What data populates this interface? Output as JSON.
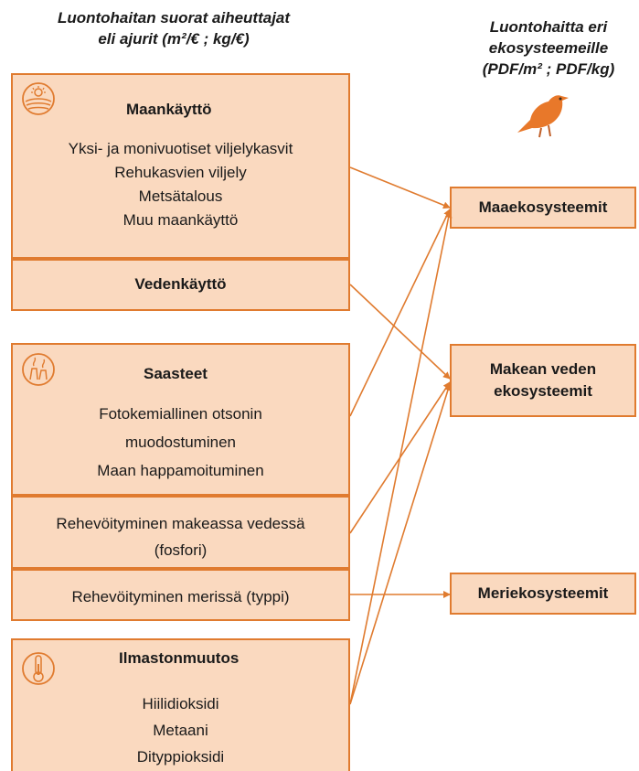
{
  "headers": {
    "left_line1": "Luontohaitan suorat aiheuttajat",
    "left_line2": "eli ajurit (m²/€ ; kg/€)",
    "right_line1": "Luontohaitta eri",
    "right_line2": "ekosysteemeille",
    "right_line3": "(PDF/m² ; PDF/kg)"
  },
  "drivers": {
    "land_use": {
      "title": "Maankäyttö",
      "items": [
        "Yksi- ja monivuotiset viljelykasvit",
        "Rehukasvien viljely",
        "Metsätalous",
        "Muu maankäyttö"
      ]
    },
    "water_use": {
      "title": "Vedenkäyttö"
    },
    "pollution": {
      "title": "Saasteet",
      "items": [
        "Fotokemiallinen otsonin",
        "muodostuminen",
        "Maan happamoituminen"
      ]
    },
    "eutro_fresh": {
      "line1": "Rehevöityminen makeassa vedessä",
      "line2": "(fosfori)"
    },
    "eutro_marine": {
      "label": "Rehevöityminen merissä (typpi)"
    },
    "climate": {
      "title": "Ilmastonmuutos",
      "items": [
        "Hiilidioksidi",
        "Metaani",
        "Dityppioksidi"
      ]
    }
  },
  "ecosystems": {
    "terrestrial": "Maaekosysteemit",
    "freshwater_line1": "Makean veden",
    "freshwater_line2": "ekosysteemit",
    "marine": "Meriekosysteemit"
  },
  "colors": {
    "accent": "#e07b2f",
    "box_fill": "#fad9bf",
    "bird": "#e8782a"
  },
  "icons": [
    "landscape-sun-icon",
    "factory-smoke-icon",
    "thermometer-icon",
    "bird-icon"
  ]
}
